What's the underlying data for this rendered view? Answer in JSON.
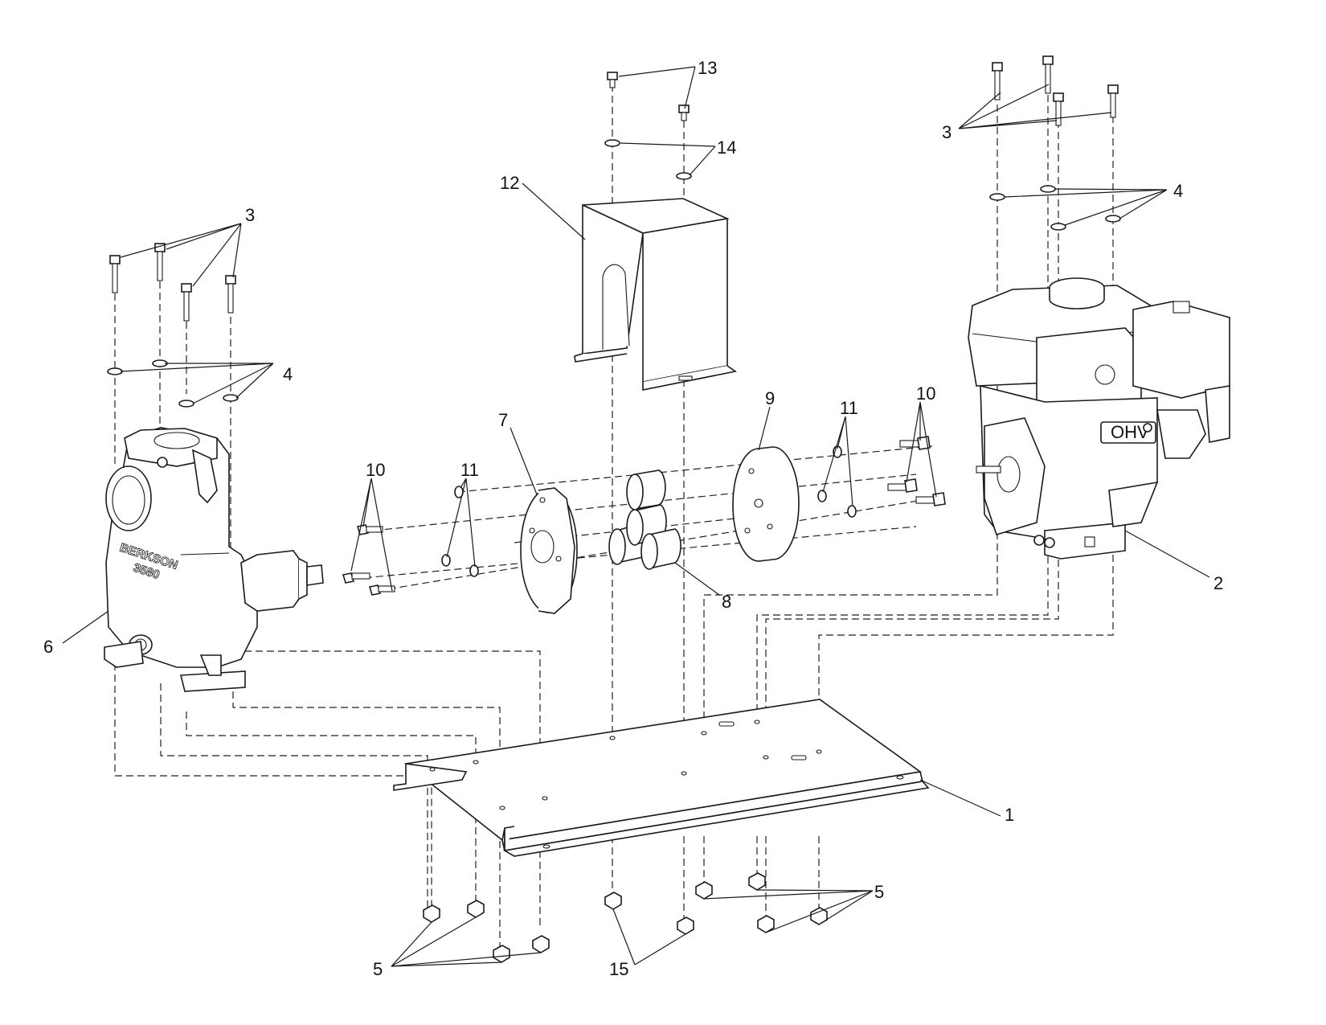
{
  "labels": {
    "n1": "1",
    "n2": "2",
    "n3": "3",
    "n4": "4",
    "n5": "5",
    "n6": "6",
    "n7": "7",
    "n8": "8",
    "n9": "9",
    "n10": "10",
    "n11": "11",
    "n12": "12",
    "n13": "13",
    "n14": "14",
    "n15": "15"
  },
  "markings": {
    "pump_brand": "BERKSON",
    "pump_model": "3580",
    "engine_badge": "OHV"
  },
  "colors": {
    "line": "#1a1a1a",
    "background": "#ffffff"
  }
}
